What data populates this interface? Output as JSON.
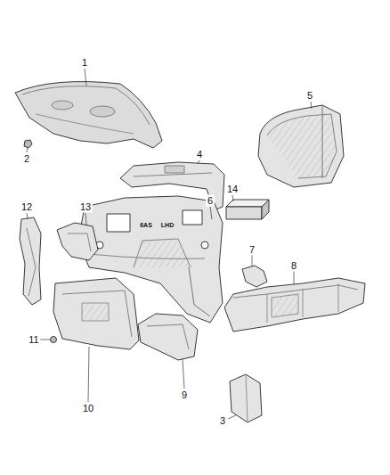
{
  "diagram": {
    "labels": [
      "1",
      "2",
      "14",
      "5",
      "4",
      "6",
      "12",
      "13",
      "7",
      "8",
      "11",
      "10",
      "9",
      "3",
      "6AS",
      "LHD"
    ]
  }
}
